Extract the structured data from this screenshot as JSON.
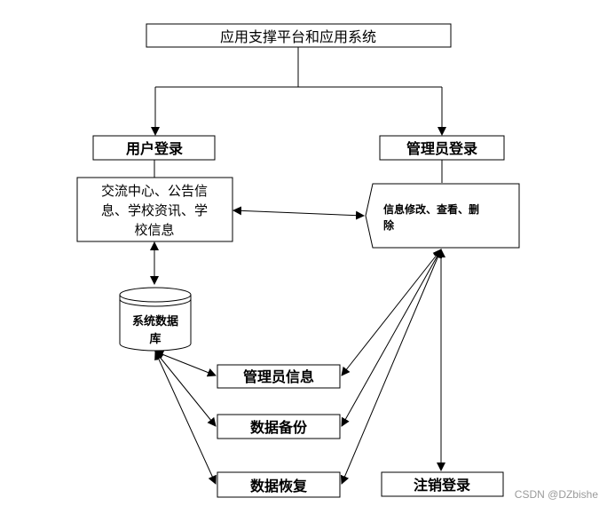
{
  "diagram": {
    "title": "应用支撑平台和应用系统",
    "user_login": "用户登录",
    "admin_login": "管理员登录",
    "user_functions": [
      "交流中心、公告信",
      "息、学校资讯、学",
      "校信息"
    ],
    "admin_functions": [
      "信息修改、查看、删",
      "除"
    ],
    "database": [
      "系统数据",
      "库"
    ],
    "admin_info": "管理员信息",
    "data_backup": "数据备份",
    "data_restore": "数据恢复",
    "logout": "注销登录"
  },
  "watermark": "CSDN @DZbishe"
}
